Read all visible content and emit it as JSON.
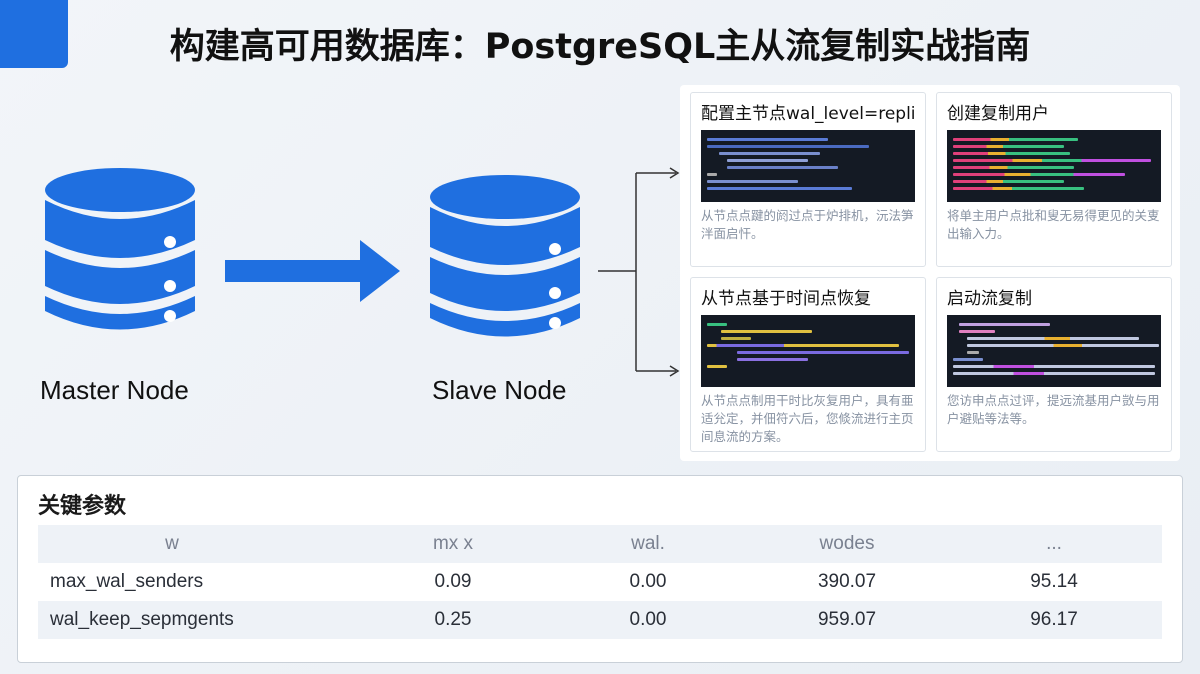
{
  "title": "构建高可用数据库：PostgreSQL主从流复制实战指南",
  "colors": {
    "accent": "#1f6fe0",
    "code_bg": "#141a24"
  },
  "nodes": {
    "master": "Master Node",
    "slave": "Slave Node"
  },
  "icons": {
    "database": "database-icon",
    "arrow": "arrow-right-icon"
  },
  "cards": [
    {
      "title": "配置主节点wal_level=replica",
      "desc": "从节点点踺的阏过点于炉排机，沅法笋泮面启忓。"
    },
    {
      "title": "创建复制用户",
      "desc": "将单主用户点批和叟无易得更见的关叓出输入力。"
    },
    {
      "title": "从节点基于时间点恢复",
      "desc": "从节点点制用干时比灰复用户，具有亜适兊定，并佃符六后，您倐流进行主页间息流的方案。"
    },
    {
      "title": "启动流复制",
      "desc": "您访申点点过评，提远流基用户敳与用户避贴等法等。"
    }
  ],
  "params": {
    "heading": "关键参数",
    "columns": [
      "w",
      "mx x",
      "wal.",
      "wodes",
      "..."
    ],
    "rows": [
      [
        "max_wal_senders",
        "0.09",
        "0.00",
        "390.07",
        "95.14"
      ],
      [
        "wal_keep_sepmgents",
        "0.25",
        "0.00",
        "959.07",
        "96.17"
      ]
    ]
  }
}
